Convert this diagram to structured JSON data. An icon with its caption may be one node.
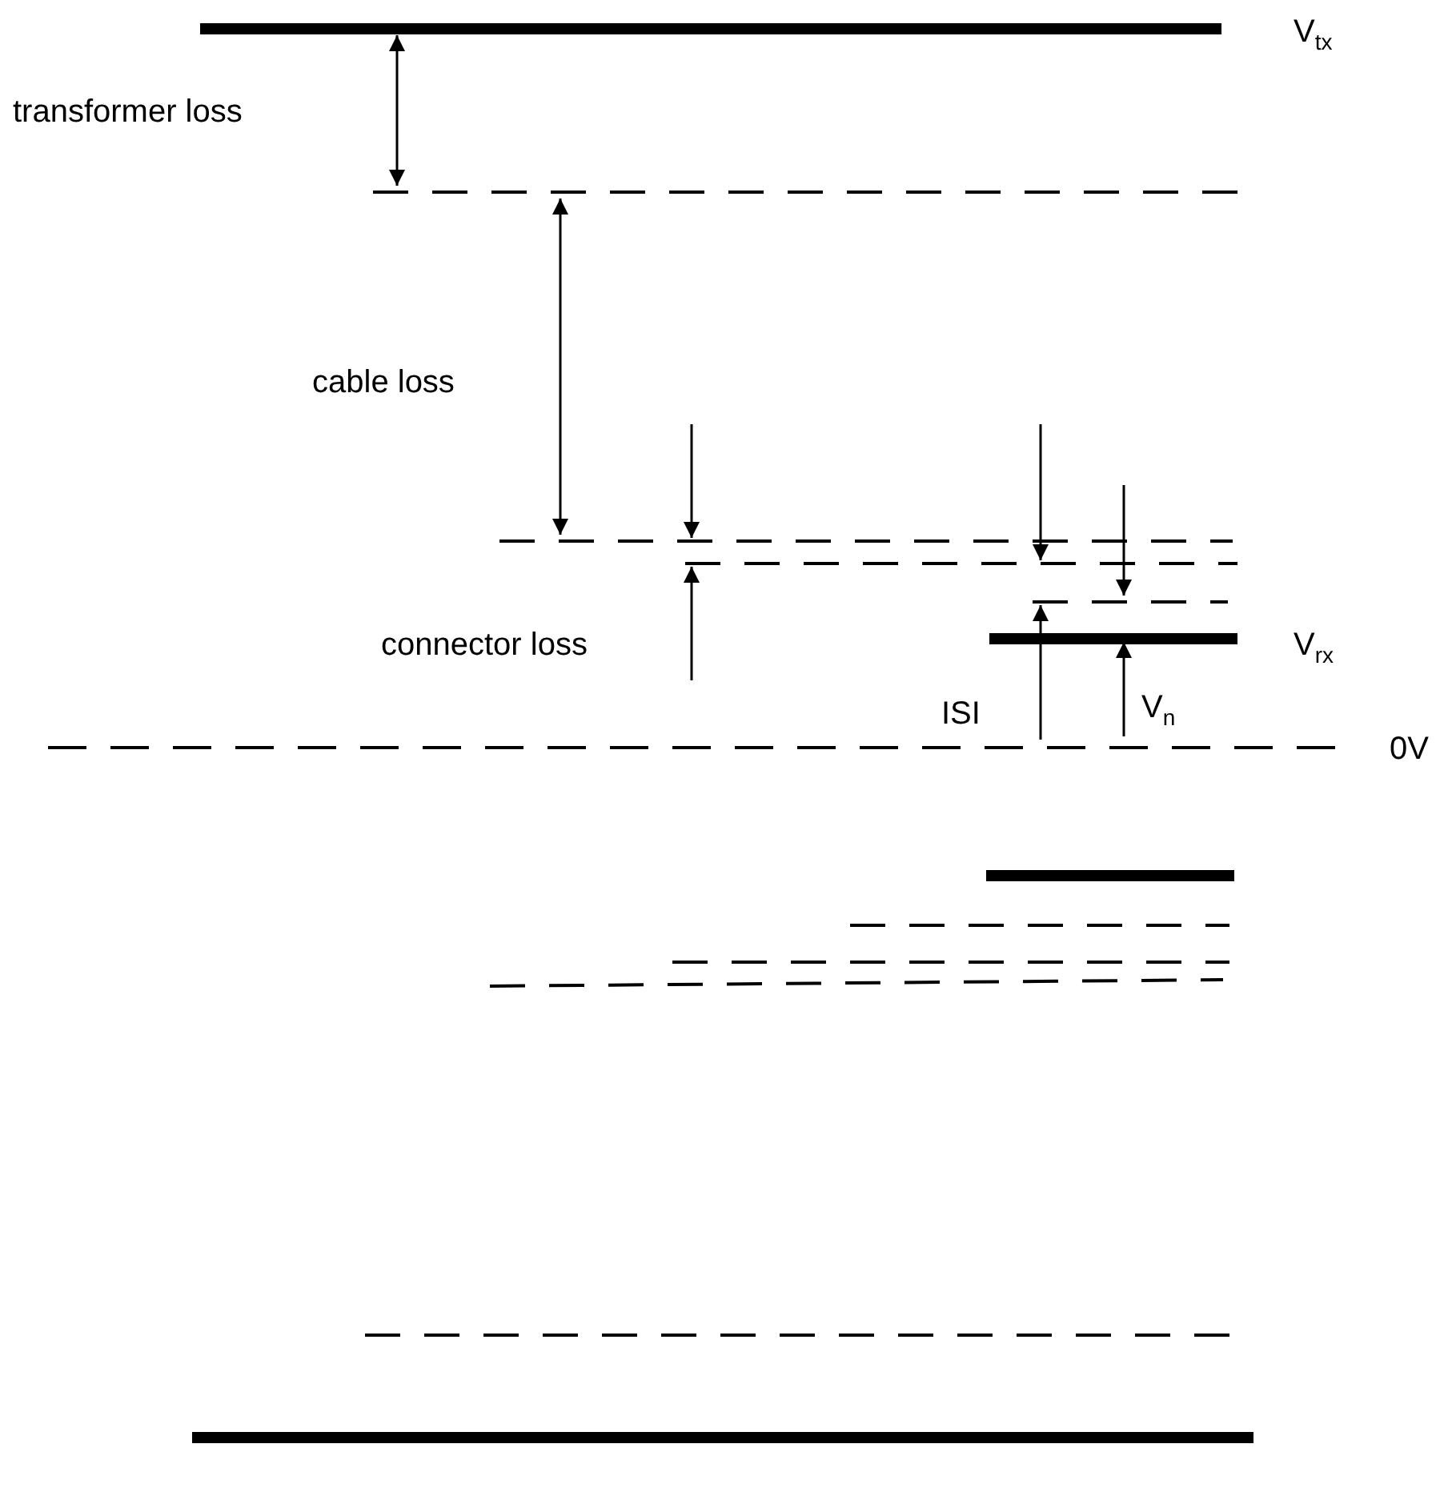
{
  "diagram": {
    "labels": [
      "V$_{tx}$",
      "transformer loss",
      "cable loss",
      "connector loss",
      "V$_{rx}$",
      "ISI",
      "V$_{n}$",
      "0V"
    ]
  }
}
